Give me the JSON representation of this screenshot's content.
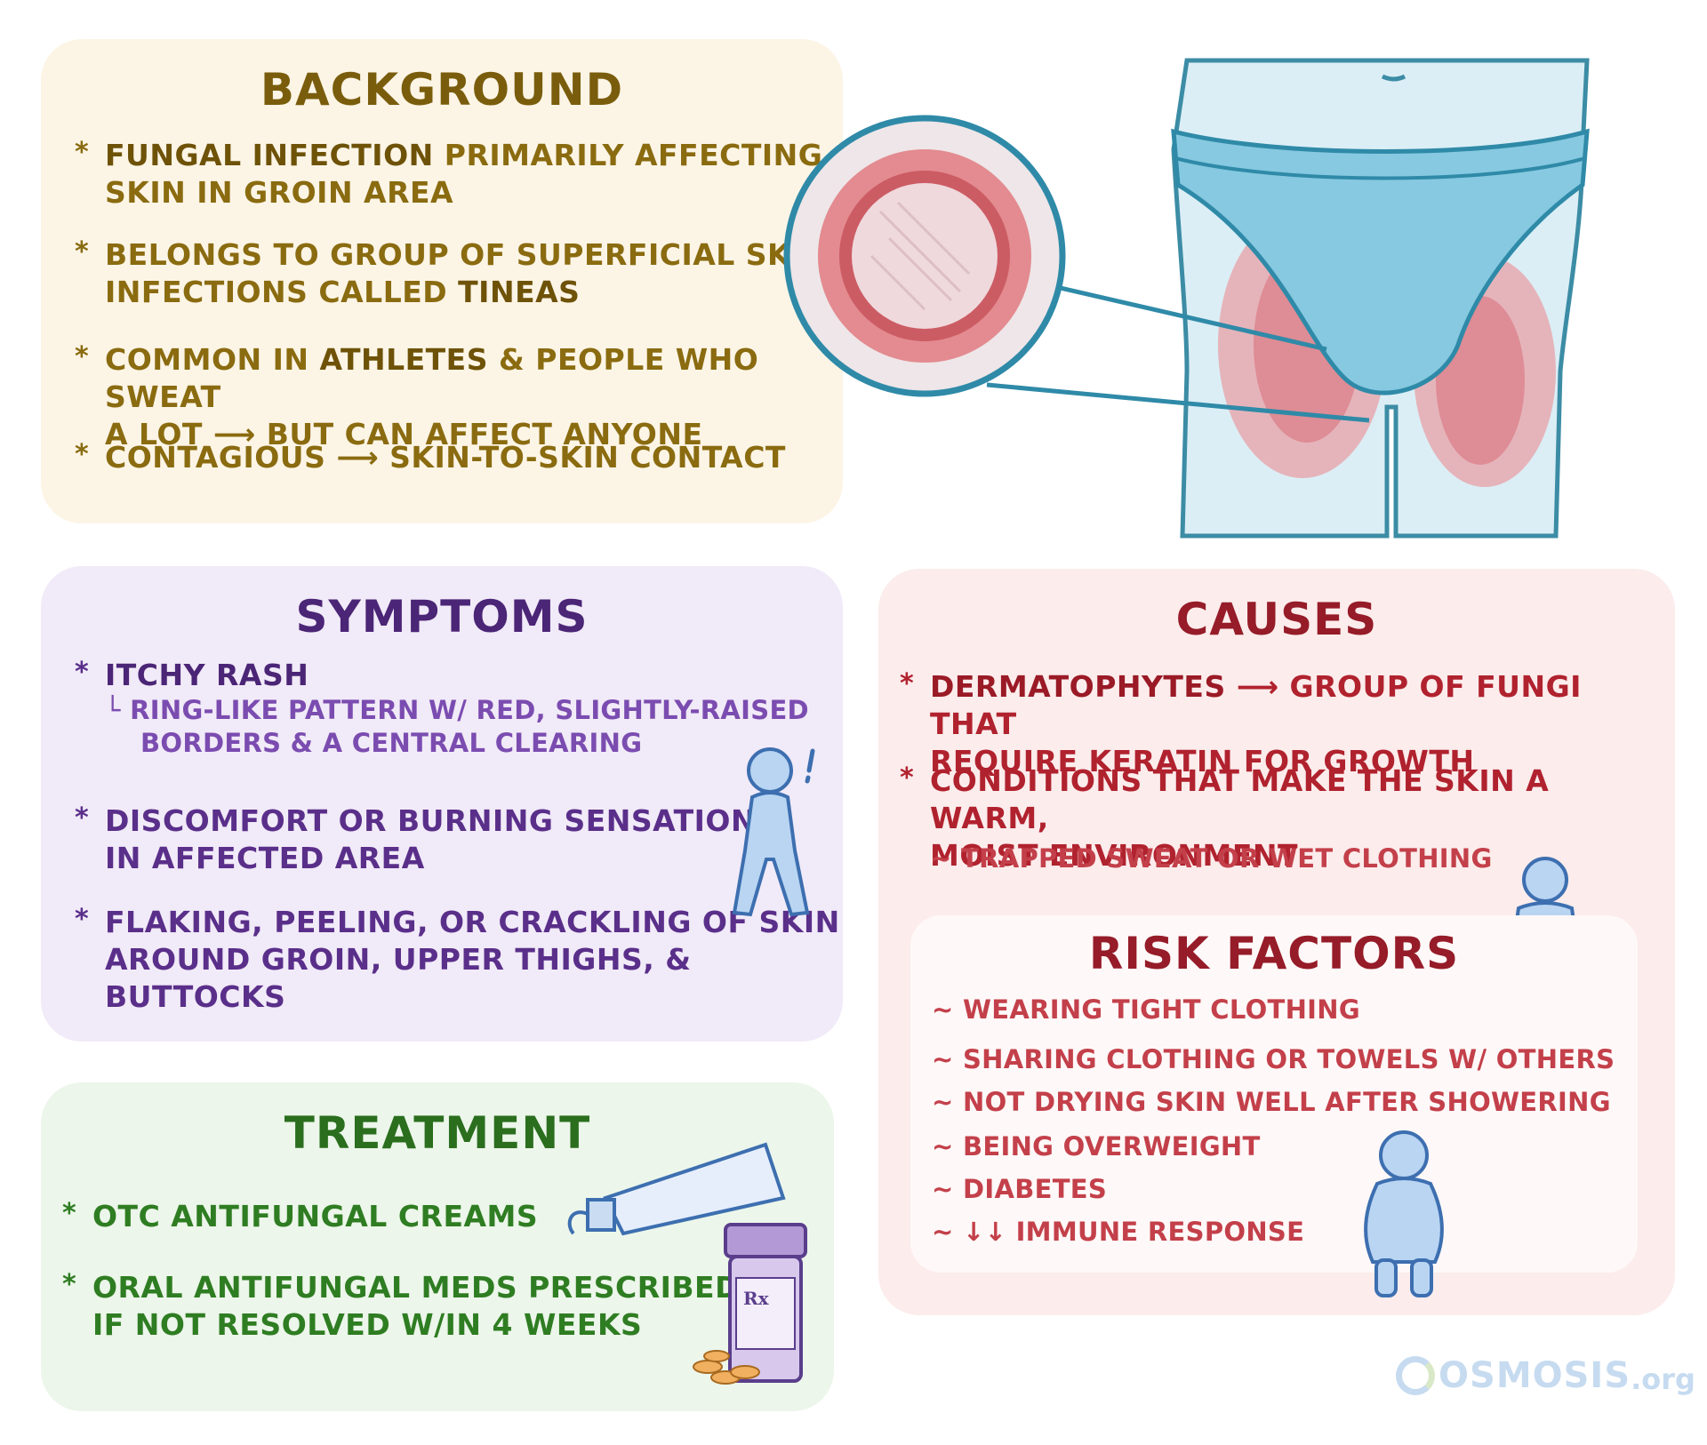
{
  "background": {
    "title": "BACKGROUND",
    "b1_l1_bold": "FUNGAL INFECTION",
    "b1_l1_rest": " PRIMARILY AFFECTING",
    "b1_l2": "SKIN in GROIN AREA",
    "b2_l1": "BELONGS to GROUP of SUPERFICIAL SKIN",
    "b2_l2_pre": "INFECTIONS CALLED ",
    "b2_l2_bold": "TINEAS",
    "b3_l1_pre": "COMMON in ",
    "b3_l1_bold": "ATHLETES",
    "b3_l1_rest": " & PEOPLE WHO SWEAT",
    "b3_l2": "a LOT ⟶  BUT CAN AFFECT ANYONE",
    "b4": "CONTAGIOUS ⟶ SKIN-to-SKIN CONTACT"
  },
  "symptoms": {
    "title": "SYMPTOMS",
    "s1": "ITCHY RASH",
    "s1_sub_l1": "└ RING-LIKE PATTERN w/ RED, SLIGHTLY-RAISED",
    "s1_sub_l2": "BORDERS & a CENTRAL CLEARING",
    "s2_l1": "DISCOMFORT or BURNING SENSATION",
    "s2_l2": "in AFFECTED AREA",
    "s3_l1": "FLAKING, PEELING, or CRACKLING of SKIN",
    "s3_l2": "AROUND GROIN, UPPER THIGHS, & BUTTOCKS"
  },
  "treatment": {
    "title": "TREATMENT",
    "t1": "OTC ANTIFUNGAL CREAMS",
    "t2_l1": "ORAL ANTIFUNGAL MEDS PRESCRIBED",
    "t2_l2": "if NOT RESOLVED w/in 4 WEEKS"
  },
  "causes": {
    "title": "CAUSES",
    "c1_bold": "DERMATOPHYTES",
    "c1_rest": " ⟶ GROUP of FUNGI that",
    "c1_l2": "REQUIRE KERATIN for GROWTH",
    "c2_l1": "CONDITIONS that MAKE the SKIN a WARM,",
    "c2_l2": "MOIST ENVIRONMENT",
    "c2_sub": "~ TRAPPED SWEAT or WET CLOTHING"
  },
  "risk_factors": {
    "title": "RISK FACTORS",
    "items": [
      "~ WEARING TIGHT CLOTHING",
      "~ SHARING CLOTHING or TOWELS w/ OTHERS",
      "~ NOT DRYING SKIN WELL AFTER SHOWERING",
      "~ BEING OVERWEIGHT",
      "~ DIABETES",
      "~ ↓↓ IMMUNE RESPONSE"
    ]
  },
  "bullet_symbol": "*",
  "rx_label": "Rx",
  "logo": {
    "name": "OSMOSIS",
    "suffix": ".org"
  },
  "colors": {
    "background_panel": "#fcf5e6",
    "symptoms_panel": "#f1eaf8",
    "treatment_panel": "#ecf6ea",
    "causes_panel": "#fcecec",
    "risk_panel": "#fff8f8",
    "underwear": "#86c9e0",
    "rash": "#e07a80"
  }
}
